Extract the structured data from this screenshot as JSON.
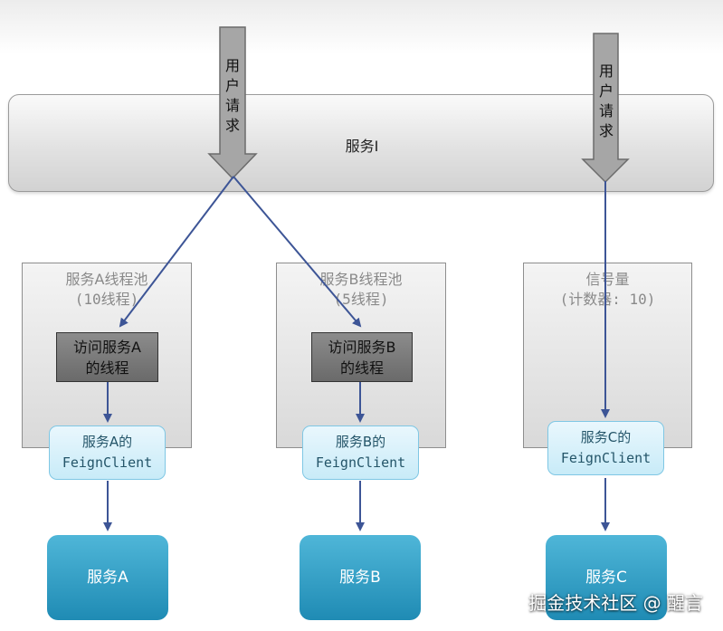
{
  "service_i": {
    "label": "服务I"
  },
  "user_request": {
    "label_lines": [
      "用",
      "户",
      "请",
      "求"
    ]
  },
  "semaphore_request": {
    "label_lines": [
      "用",
      "户",
      "请",
      "求"
    ]
  },
  "pools": {
    "a": {
      "title": "服务A线程池",
      "subtitle": "(10线程)"
    },
    "b": {
      "title": "服务B线程池",
      "subtitle": "(5线程)"
    },
    "c": {
      "title": "信号量",
      "subtitle": "(计数器: 10)"
    }
  },
  "threads": {
    "a": {
      "line1": "访问服务A",
      "line2": "的线程"
    },
    "b": {
      "line1": "访问服务B",
      "line2": "的线程"
    }
  },
  "feign": {
    "a": {
      "line1": "服务A的",
      "line2": "FeignClient"
    },
    "b": {
      "line1": "服务B的",
      "line2": "FeignClient"
    },
    "c": {
      "line1": "服务C的",
      "line2": "FeignClient"
    }
  },
  "targets": {
    "a": {
      "label": "服务A"
    },
    "b": {
      "label": "服务B"
    },
    "c": {
      "label": "服务C"
    }
  },
  "watermark": {
    "text": "掘金技术社区 @ 醒言"
  },
  "colors": {
    "connector": "#3d5596",
    "big_arrow_fill": "#a6a6a6",
    "big_arrow_stroke": "#6c6c6c",
    "feign_border": "#7fc7e4",
    "target_fill": "#2596c0"
  }
}
